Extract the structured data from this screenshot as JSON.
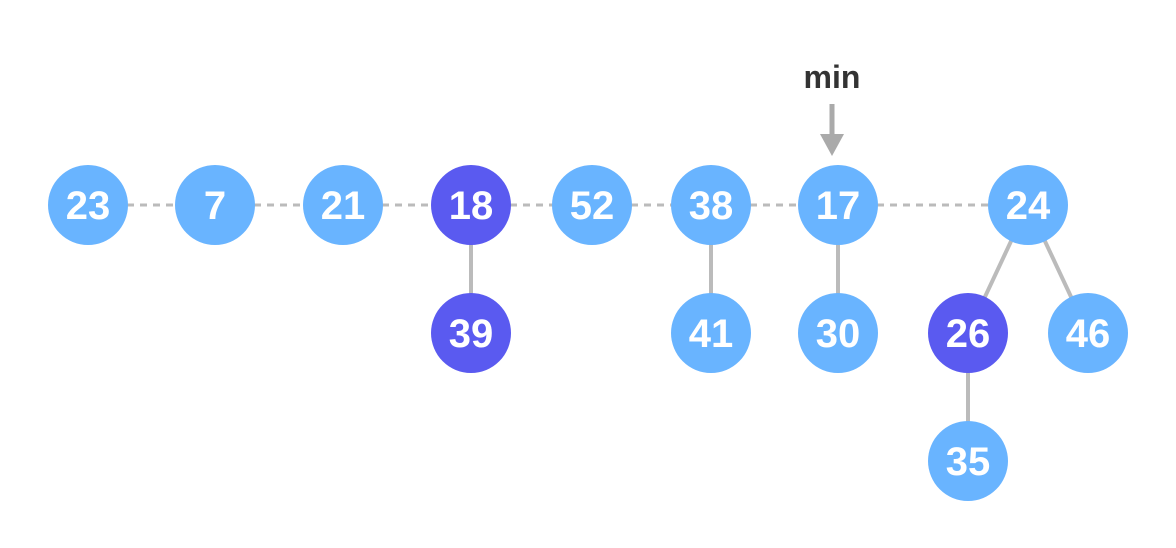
{
  "colors": {
    "node": "#69b4ff",
    "marked": "#5a5af0",
    "edge": "#bbbbbb",
    "arrow": "#aaaaaa",
    "label": "#ffffff",
    "pointer_text": "#333333"
  },
  "pointer": {
    "label": "min",
    "target": "n17"
  },
  "nodes": [
    {
      "id": "n23",
      "label": "23",
      "marked": false
    },
    {
      "id": "n7",
      "label": "7",
      "marked": false
    },
    {
      "id": "n21",
      "label": "21",
      "marked": false
    },
    {
      "id": "n18",
      "label": "18",
      "marked": true
    },
    {
      "id": "n52",
      "label": "52",
      "marked": false
    },
    {
      "id": "n38",
      "label": "38",
      "marked": false
    },
    {
      "id": "n17",
      "label": "17",
      "marked": false
    },
    {
      "id": "n24",
      "label": "24",
      "marked": false
    },
    {
      "id": "n39",
      "label": "39",
      "marked": true
    },
    {
      "id": "n41",
      "label": "41",
      "marked": false
    },
    {
      "id": "n30",
      "label": "30",
      "marked": false
    },
    {
      "id": "n26",
      "label": "26",
      "marked": true
    },
    {
      "id": "n46",
      "label": "46",
      "marked": false
    },
    {
      "id": "n35",
      "label": "35",
      "marked": false
    }
  ],
  "root_list": [
    "n23",
    "n7",
    "n21",
    "n18",
    "n52",
    "n38",
    "n17",
    "n24"
  ],
  "edges": [
    {
      "from": "n18",
      "to": "n39"
    },
    {
      "from": "n38",
      "to": "n41"
    },
    {
      "from": "n17",
      "to": "n30"
    },
    {
      "from": "n24",
      "to": "n26"
    },
    {
      "from": "n24",
      "to": "n46"
    },
    {
      "from": "n26",
      "to": "n35"
    }
  ]
}
